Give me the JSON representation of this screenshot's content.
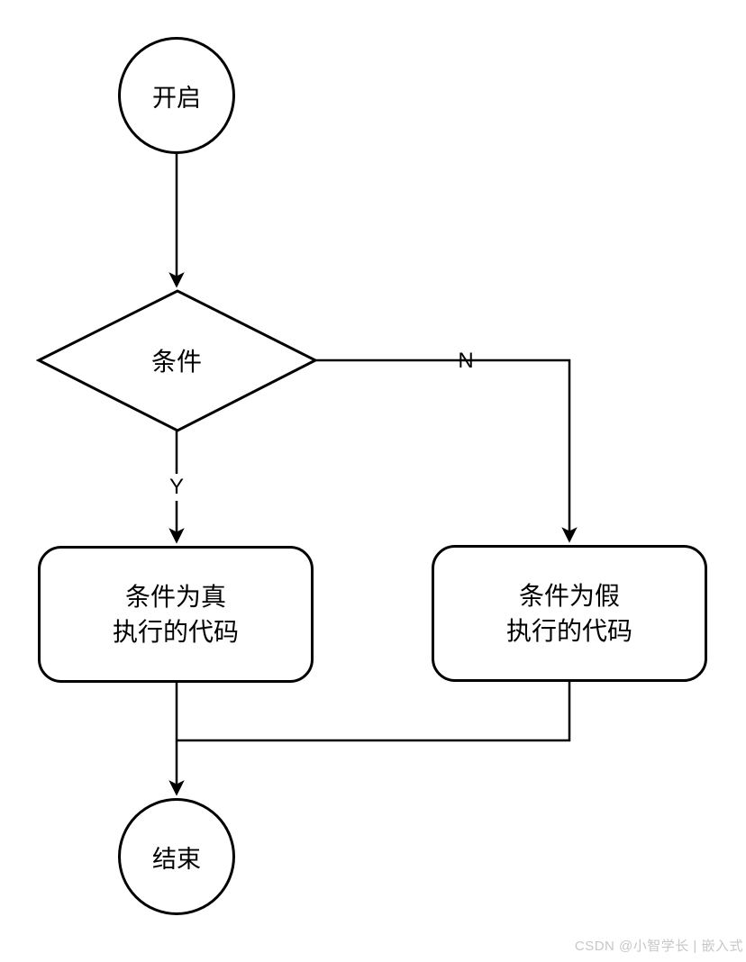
{
  "diagram": {
    "type": "flowchart",
    "stroke_color": "#000000",
    "background_color": "#ffffff",
    "nodes": {
      "start": {
        "shape": "circle",
        "label": "开启"
      },
      "condition": {
        "shape": "diamond",
        "label": "条件"
      },
      "true_branch": {
        "shape": "rounded-rect",
        "line1": "条件为真",
        "line2": "执行的代码"
      },
      "false_branch": {
        "shape": "rounded-rect",
        "line1": "条件为假",
        "line2": "执行的代码"
      },
      "end": {
        "shape": "circle",
        "label": "结束"
      }
    },
    "edge_labels": {
      "yes": "Y",
      "no": "N"
    }
  },
  "watermark": {
    "text": "CSDN @小智学长 | 嵌入式",
    "color": "#c7c7c7"
  }
}
